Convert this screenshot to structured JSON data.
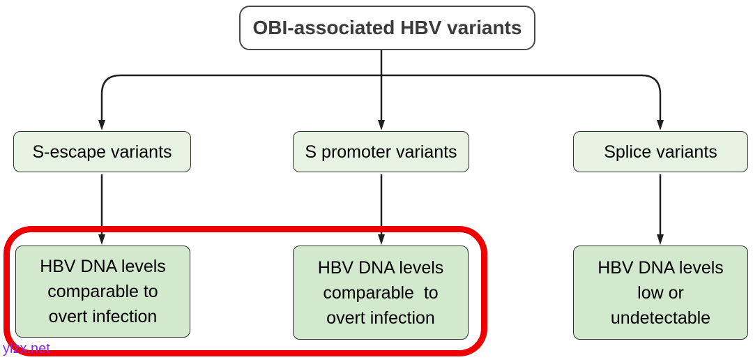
{
  "diagram": {
    "root": {
      "label": "OBI-associated HBV variants"
    },
    "level1": [
      {
        "label": "S-escape variants"
      },
      {
        "label": "S promoter variants"
      },
      {
        "label": "Splice variants"
      }
    ],
    "level2": [
      {
        "label": "HBV DNA levels\ncomparable to\novert infection"
      },
      {
        "label": "HBV DNA levels\ncomparable  to\novert infection"
      },
      {
        "label": "HBV DNA levels\nlow or\nundetectable"
      }
    ]
  },
  "watermark": {
    "text": "ylzx.net"
  },
  "colors": {
    "connector": "#1f1f1f",
    "highlight": "#ee0000",
    "level1_fill": "#e7f3e2",
    "level2_fill": "#d2e9ce",
    "node_border": "#2f2f2f",
    "root_border": "#4a4a4a",
    "root_text": "#3b3b3b",
    "watermark_color": "#8a2be2"
  }
}
